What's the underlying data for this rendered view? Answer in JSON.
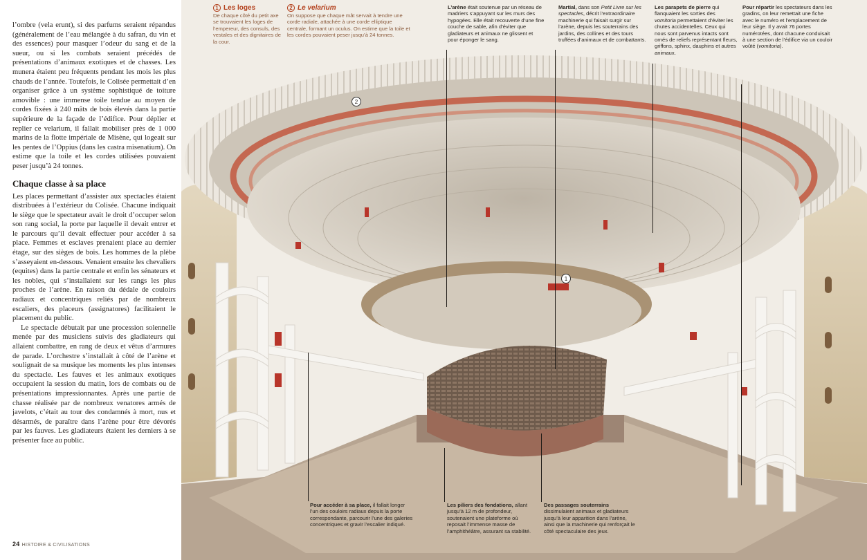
{
  "article": {
    "para1": "l’ombre (vela erunt), si des parfums seraient répandus (généralement de l’eau mélangée à du safran, du vin et des essences) pour masquer l’odeur du sang et de la sueur, ou si les combats seraient précédés de présentations d’animaux exotiques et de chasses. Les munera étaient peu fréquents pendant les mois les plus chauds de l’année. Toutefois, le Colisée permettait d’en organiser grâce à un système sophistiqué de toiture amovible : une immense toile tendue au moyen de cordes fixées à 240 mâts de bois élevés dans la partie supérieure de la façade de l’édifice. Pour déplier et replier ce velarium, il fallait mobiliser près de 1 000 marins de la flotte impériale de Misène, qui logeait sur les pentes de l’Oppius (dans les castra misenatium). On estime que la toile et les cordes utilisées pouvaient peser jusqu’à 24 tonnes.",
    "section_title": "Chaque classe à sa place",
    "para2": "Les places permettant d’assister aux spectacles étaient distribuées à l’extérieur du Colisée. Chacune indiquait le siège que le spectateur avait le droit d’occuper selon son rang social, la porte par laquelle il devait entrer et le parcours qu’il devait effectuer pour accéder à sa place. Femmes et esclaves prenaient place au dernier étage, sur des sièges de bois. Les hommes de la plèbe s’asseyaient en-dessous. Venaient ensuite les chevaliers (equites) dans la partie centrale et enfin les sénateurs et les nobles, qui s’installaient sur les rangs les plus proches de l’arène. En raison du dédale de couloirs radiaux et concentriques reliés par de nombreux escaliers, des placeurs (assignatores) facilitaient le placement du public.",
    "para3": "Le spectacle débutait par une procession solennelle menée par des musiciens suivis des gladiateurs qui allaient combattre, en rang de deux et vêtus d’armures de parade. L’orchestre s’installait à côté de l’arène et soulignait de sa musique les moments les plus intenses du spectacle. Les fauves et les animaux exotiques occupaient la session du matin, lors de combats ou de présentations impressionnantes. Après une partie de chasse réalisée par de nombreux venatores armés de javelots, c’était au tour des condamnés à mort, nus et désarmés, de paraître dans l’arène pour être dévorés par les fauves. Les gladiateurs étaient les derniers à se présenter face au public.",
    "page_number": "24",
    "folio": "HISTOIRE & CIVILISATIONS"
  },
  "captions": {
    "loges": {
      "number": "1",
      "title": "Les loges",
      "text": "De chaque côté du petit axe se trouvaient les loges de l’empereur, des consuls, des vestales et des dignitaires de la cour."
    },
    "velarium": {
      "number": "2",
      "title": "Le velarium",
      "text": "On suppose que chaque mât servait à tendre une corde radiale, attachée à une corde elliptique centrale, formant un oculus. On estime que la toile et les cordes pouvaient peser jusqu’à 24 tonnes."
    },
    "arene": {
      "lead": "L’arène",
      "text": " était soutenue par un réseau de madriers s’appuyant sur les murs des hypogées. Elle était recouverte d’une fine couche de sable, afin d’éviter que gladiateurs et animaux ne glissent et pour éponger le sang."
    },
    "martial": {
      "lead": "Martial,",
      "text1": " dans son ",
      "book": "Petit Livre sur les spectacles",
      "text2": ", décrit l’extraordinaire machinerie qui faisait surgir sur l’arène, depuis les souterrains des jardins, des collines et des tours truffées d’animaux et de combattants."
    },
    "parapets": {
      "lead": "Les parapets de pierre",
      "text1": " qui flanquaient les sorties des ",
      "term": "vomitoria",
      "text2": " permettaient d’éviter les chutes accidentelles. Ceux qui nous sont parvenus intacts sont ornés de reliefs représentant fleurs, griffons, sphinx, dauphins et autres animaux."
    },
    "repartir": {
      "lead": "Pour répartir",
      "text1": " les spectateurs dans les gradins, on leur remettait une fiche avec le numéro et l’emplacement de leur siège. Il y avait 76 portes numérotées, dont chacune conduisait à une section de l’édifice via un couloir voûté (",
      "term": "vomitoria",
      "text2": ")."
    },
    "acceder": {
      "lead": "Pour accéder à sa place,",
      "text": " il fallait longer l’un des couloirs radiaux depuis la porte correspondante, parcourir l’une des galeries concentriques et gravir l’escalier indiqué."
    },
    "piliers": {
      "lead": "Les piliers des fondations,",
      "text": " allant jusqu’à 12 m de profondeur, soutenaient une plateforme où reposait l’immense masse de l’amphithéâtre, assurant sa stabilité."
    },
    "passages": {
      "lead": "Des passages souterrains",
      "text": " dissimulaient animaux et gladiateurs jusqu’à leur apparition dans l’arène, ainsi que la machinerie qui renforçait le côté spectaculaire des jeux."
    }
  },
  "colors": {
    "accent": "#b3401c",
    "seating_stone": "#d8d0c4",
    "arena_sand": "#cfc6b8",
    "foundation": "#b59a86",
    "red_band": "#c2573e"
  }
}
